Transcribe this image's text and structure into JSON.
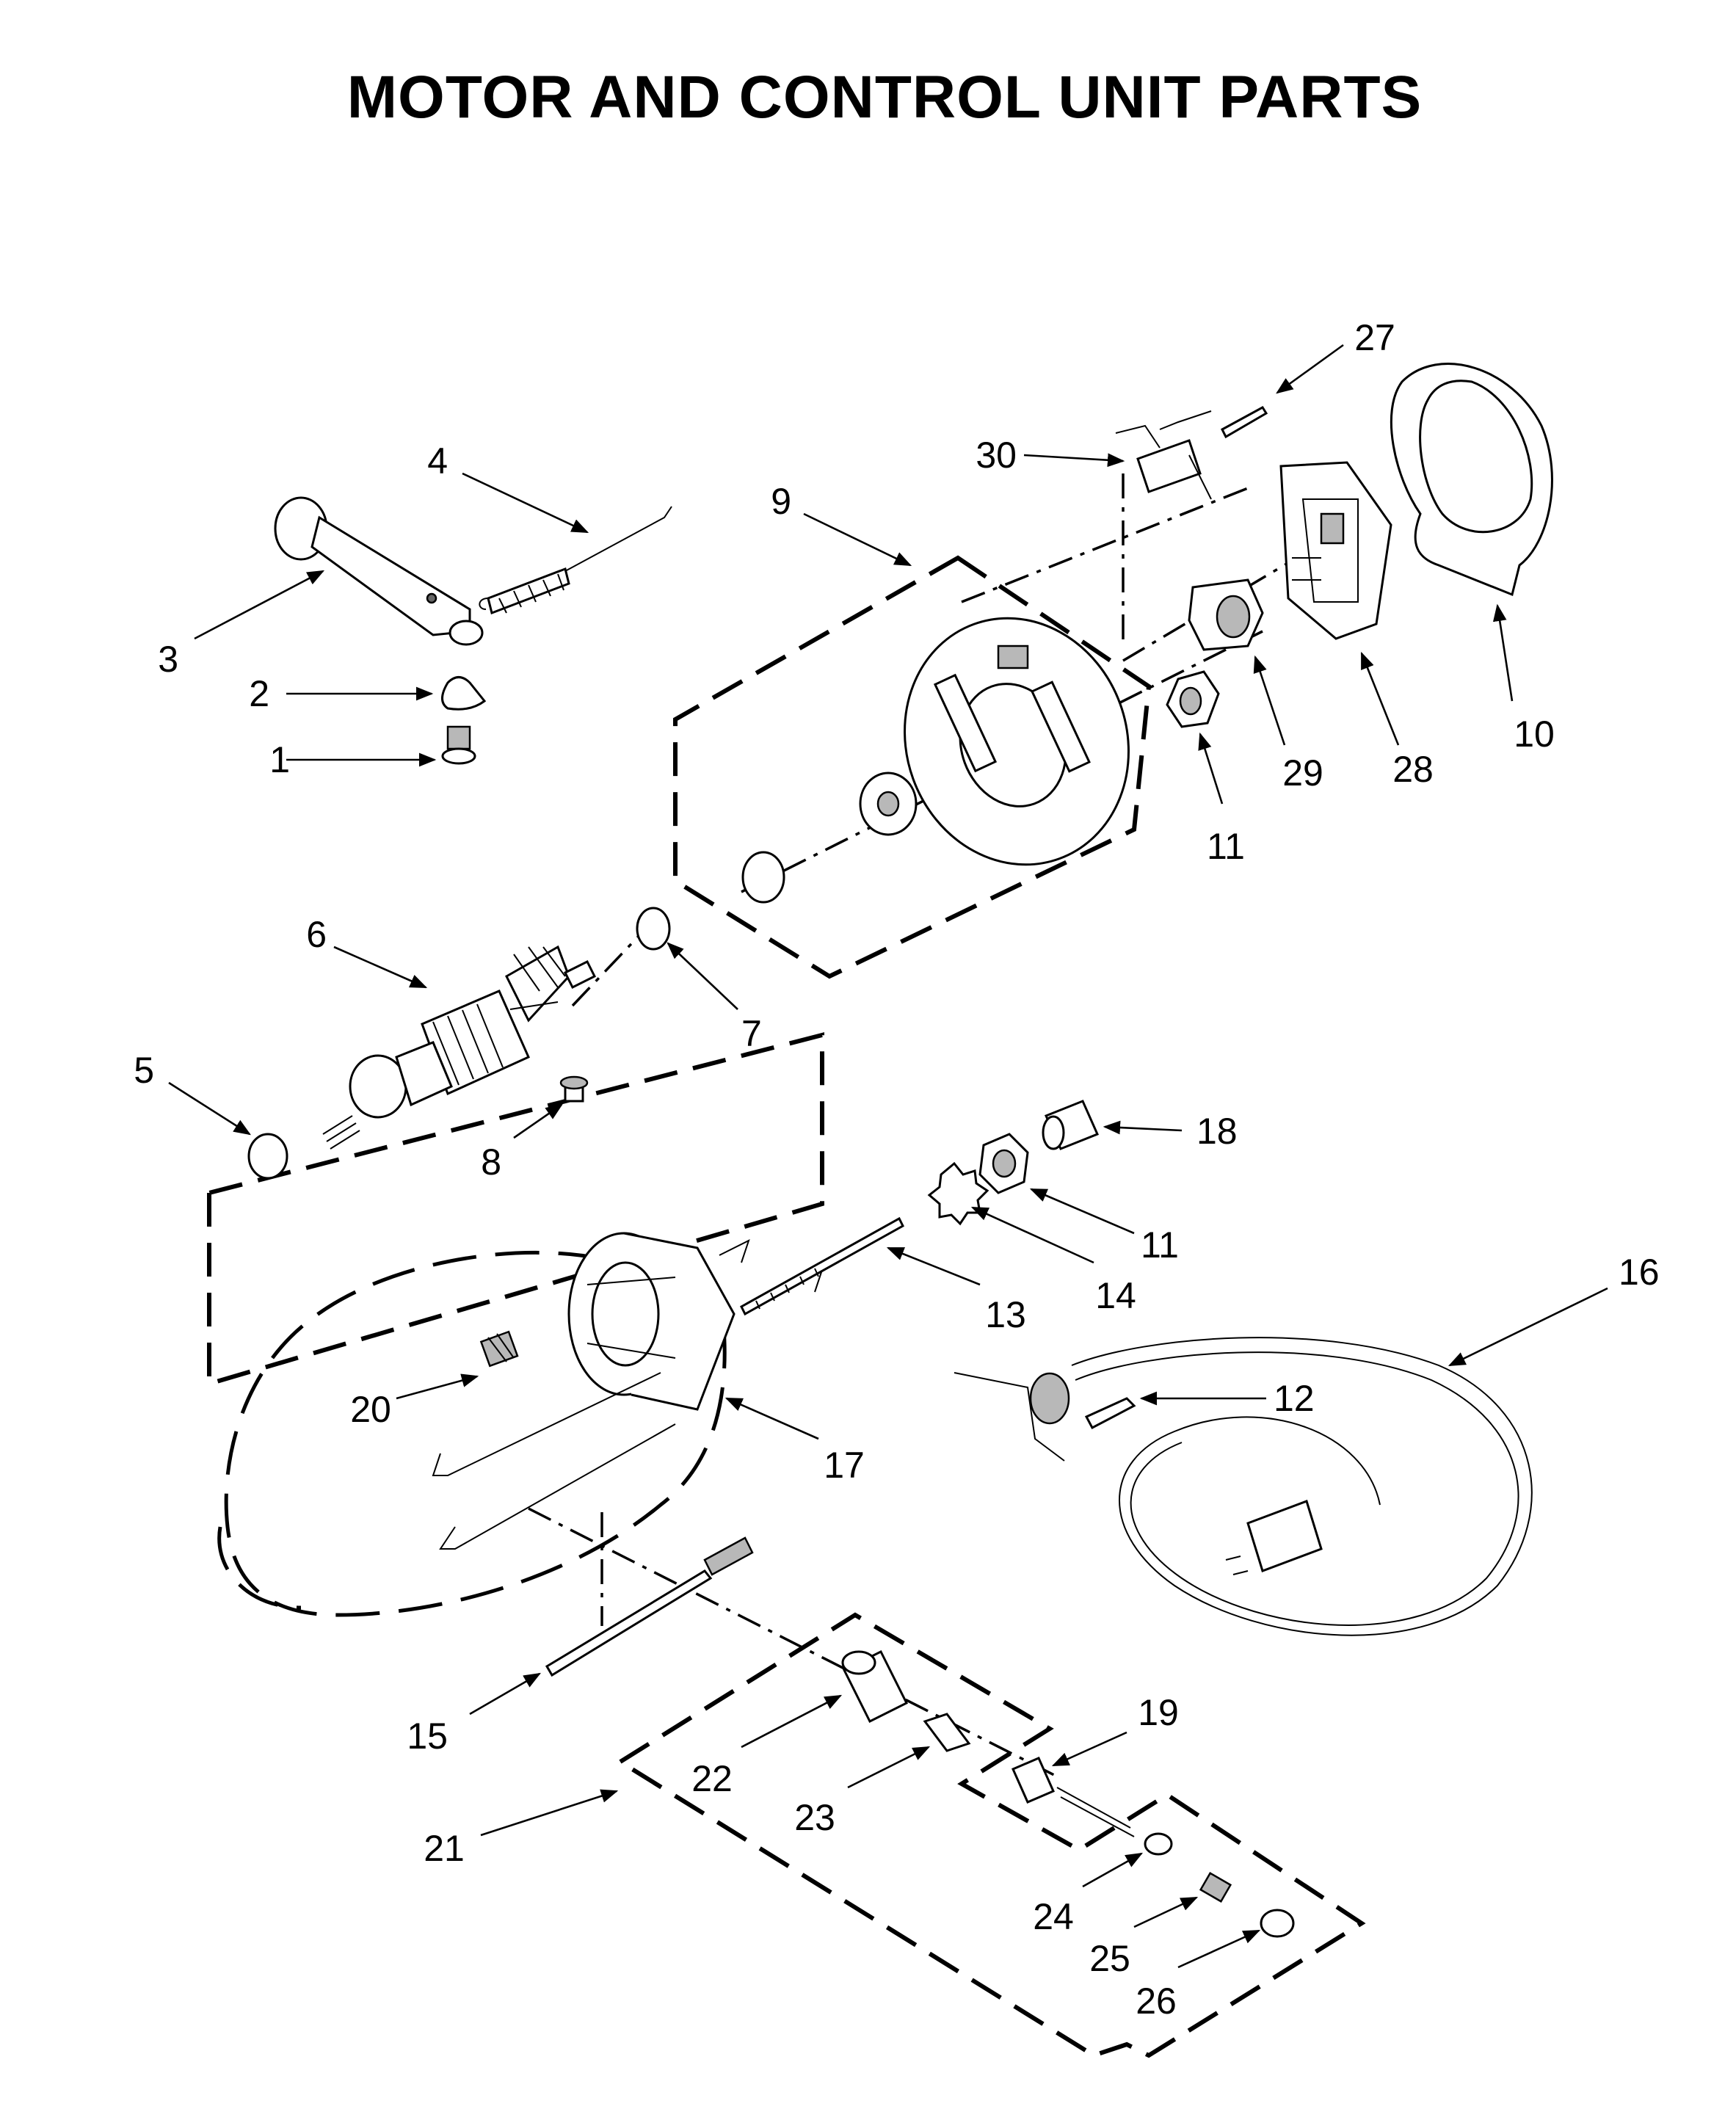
{
  "diagram": {
    "title": "MOTOR AND CONTROL UNIT PARTS",
    "callouts": [
      {
        "id": "c1",
        "label": "1"
      },
      {
        "id": "c2",
        "label": "2"
      },
      {
        "id": "c3",
        "label": "3"
      },
      {
        "id": "c4",
        "label": "4"
      },
      {
        "id": "c5",
        "label": "5"
      },
      {
        "id": "c6",
        "label": "6"
      },
      {
        "id": "c7",
        "label": "7"
      },
      {
        "id": "c8",
        "label": "8"
      },
      {
        "id": "c9",
        "label": "9"
      },
      {
        "id": "c10",
        "label": "10"
      },
      {
        "id": "c11a",
        "label": "11"
      },
      {
        "id": "c11b",
        "label": "11"
      },
      {
        "id": "c12",
        "label": "12"
      },
      {
        "id": "c13",
        "label": "13"
      },
      {
        "id": "c14",
        "label": "14"
      },
      {
        "id": "c15",
        "label": "15"
      },
      {
        "id": "c16",
        "label": "16"
      },
      {
        "id": "c17",
        "label": "17"
      },
      {
        "id": "c18",
        "label": "18"
      },
      {
        "id": "c19",
        "label": "19"
      },
      {
        "id": "c20",
        "label": "20"
      },
      {
        "id": "c21",
        "label": "21"
      },
      {
        "id": "c22",
        "label": "22"
      },
      {
        "id": "c23",
        "label": "23"
      },
      {
        "id": "c24",
        "label": "24"
      },
      {
        "id": "c25",
        "label": "25"
      },
      {
        "id": "c26",
        "label": "26"
      },
      {
        "id": "c27",
        "label": "27"
      },
      {
        "id": "c28",
        "label": "28"
      },
      {
        "id": "c29",
        "label": "29"
      },
      {
        "id": "c30",
        "label": "30"
      }
    ]
  }
}
